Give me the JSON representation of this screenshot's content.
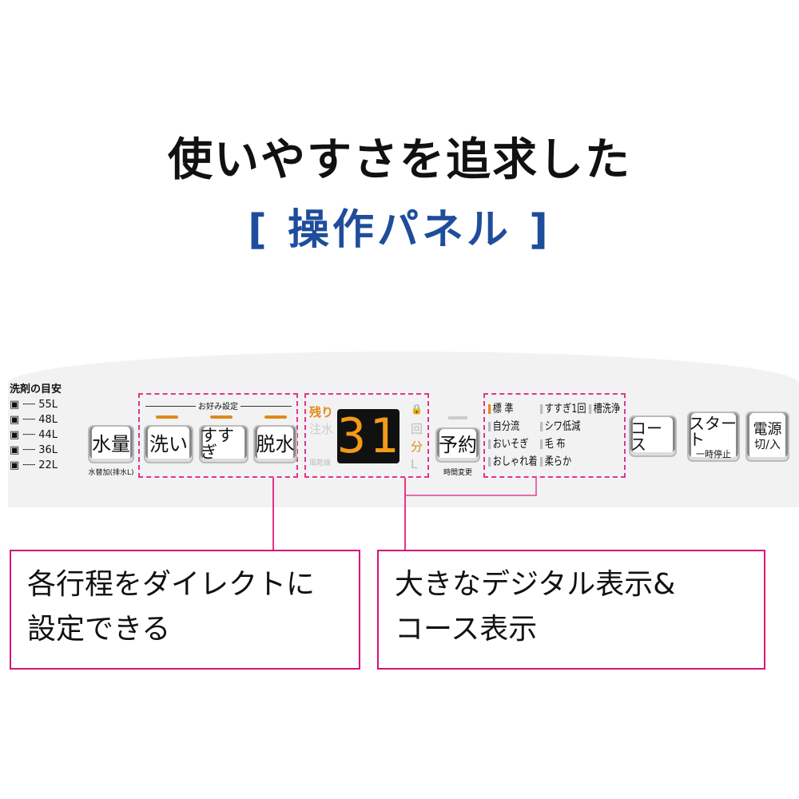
{
  "heading": {
    "line1": "使いやすさを追求した",
    "line2": "[ 操作パネル ]"
  },
  "guide": {
    "title": "洗剤の目安",
    "items": [
      "55L",
      "48L",
      "44L",
      "36L",
      "22L"
    ]
  },
  "buttons": {
    "water": "水量",
    "water_sub": "水替加(排水L)",
    "wash": "洗い",
    "rinse": "すすぎ",
    "spin": "脱水",
    "preference": "お好み設定",
    "reserve": "予約",
    "reserve_sub": "時間変更",
    "course": "コース",
    "start": "スタート",
    "start_sub": "一時停止",
    "power": "電源",
    "power_sub": "切/入"
  },
  "display": {
    "remaining": "残り",
    "water_fill": "注水",
    "dry": "風乾燥",
    "digits": "31",
    "lock": "🔒",
    "times": "回",
    "minutes": "分",
    "liter": "L"
  },
  "courses": [
    [
      "標 準",
      "すすぎ1回",
      "槽洗浄"
    ],
    [
      "自分流",
      "シワ低減"
    ],
    [
      "おいそぎ",
      "毛 布"
    ],
    [
      "おしゃれ着",
      "柔らか"
    ]
  ],
  "callouts": {
    "left": [
      "各行程をダイレクトに",
      "設定できる"
    ],
    "right": [
      "大きなデジタル表示&",
      "コース表示"
    ]
  },
  "colors": {
    "accent": "#1f4d9c",
    "pink": "#e4338b",
    "orange": "#e08a1a"
  }
}
